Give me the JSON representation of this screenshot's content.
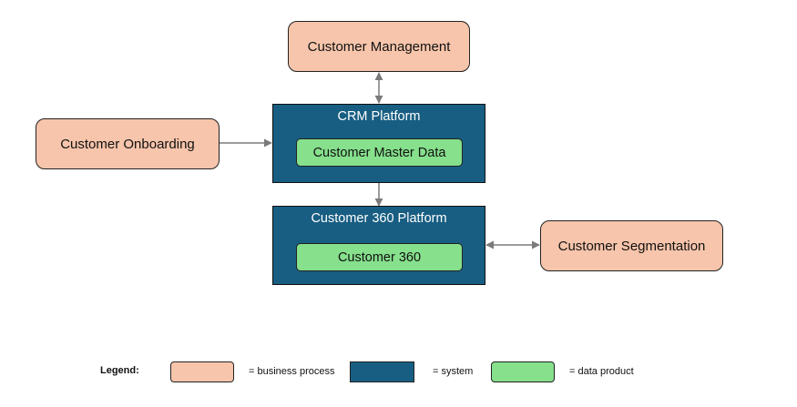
{
  "diagram": {
    "processes": {
      "management": "Customer Management",
      "onboarding": "Customer Onboarding",
      "segmentation": "Customer Segmentation"
    },
    "systems": {
      "crm": {
        "title": "CRM Platform",
        "product": "Customer Master Data"
      },
      "c360": {
        "title": "Customer 360 Platform",
        "product": "Customer 360"
      }
    }
  },
  "legend": {
    "title": "Legend:",
    "business_process": "= business process",
    "system": "= system",
    "data_product": "= data product"
  },
  "colors": {
    "business_process": "#f7c5ab",
    "system": "#185e82",
    "data_product": "#86e08c",
    "connector": "#7a7a7a"
  }
}
